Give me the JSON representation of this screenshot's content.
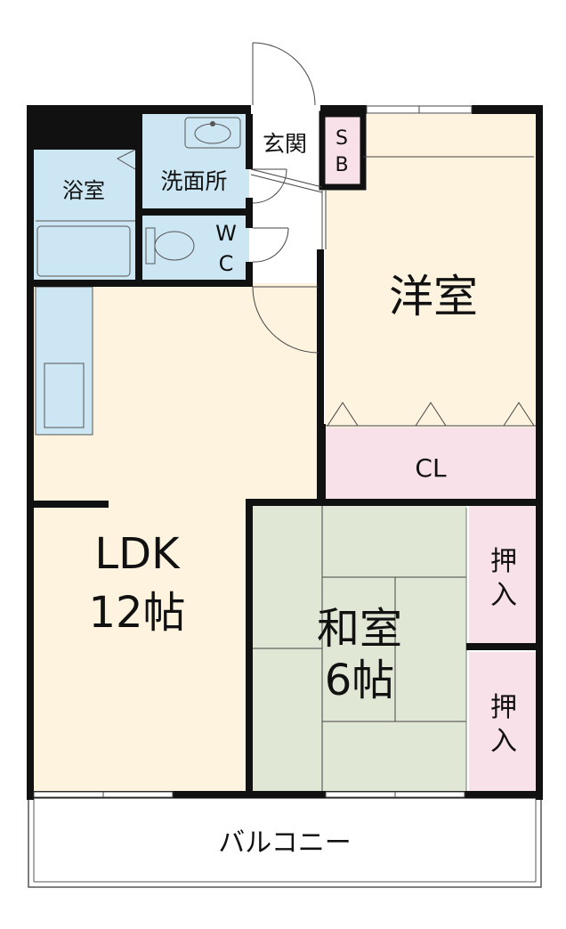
{
  "rooms": {
    "bath": "浴室",
    "washroom": "洗面所",
    "entrance": "玄関",
    "shoebox_s": "S",
    "shoebox_b": "B",
    "wc_w": "W",
    "wc_c": "C",
    "western": "洋室",
    "closet": "CL",
    "ldk": "LDK",
    "ldk_size": "12帖",
    "japanese": "和室",
    "japanese_size": "6帖",
    "oshiire_top_1": "押",
    "oshiire_top_2": "入",
    "oshiire_bottom_1": "押",
    "oshiire_bottom_2": "入",
    "balcony": "バルコニー"
  },
  "colors": {
    "wet_area": "#cde6f3",
    "living": "#fdf3df",
    "closet": "#f9e1ea",
    "tatami": "#e0e7d5",
    "wall": "#111111"
  }
}
